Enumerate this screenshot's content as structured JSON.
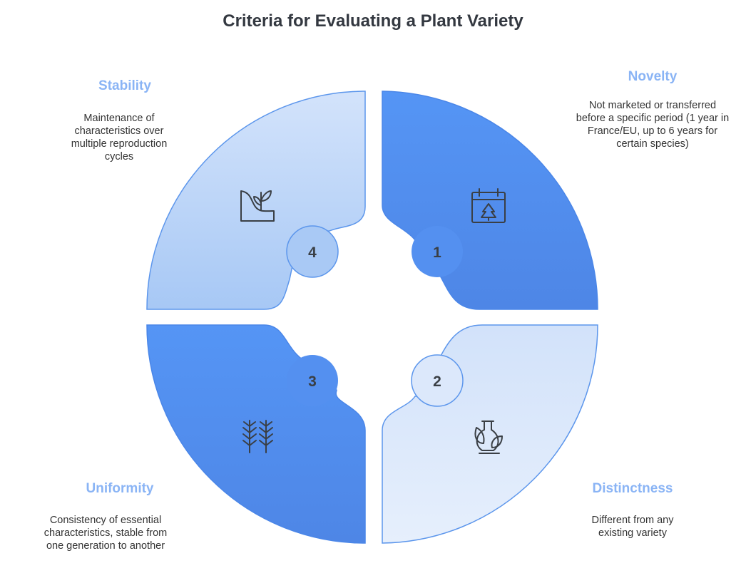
{
  "title": "Criteria for Evaluating a Plant Variety",
  "colors": {
    "title": "#333840",
    "label": "#8AB4F5",
    "dark_blue": "#4E8AEE",
    "light_blue": "#D4E4FB",
    "outline": "#5C96EC",
    "icon": "#3A3F45"
  },
  "criteria": [
    {
      "number": "1",
      "name": "Novelty",
      "description": "Not marketed or transferred before a specific period (1 year in France/EU, up to 6 years for certain species)",
      "icon": "calendar-tree-icon"
    },
    {
      "number": "2",
      "name": "Distinctness",
      "description": "Different from any existing variety",
      "icon": "test-tube-leaf-icon"
    },
    {
      "number": "3",
      "name": "Uniformity",
      "description": "Consistency of essential characteristics, stable from one generation to another",
      "icon": "wheat-icon"
    },
    {
      "number": "4",
      "name": "Stability",
      "description": "Maintenance of characteristics over multiple reproduction cycles",
      "icon": "sprout-hill-icon"
    }
  ]
}
